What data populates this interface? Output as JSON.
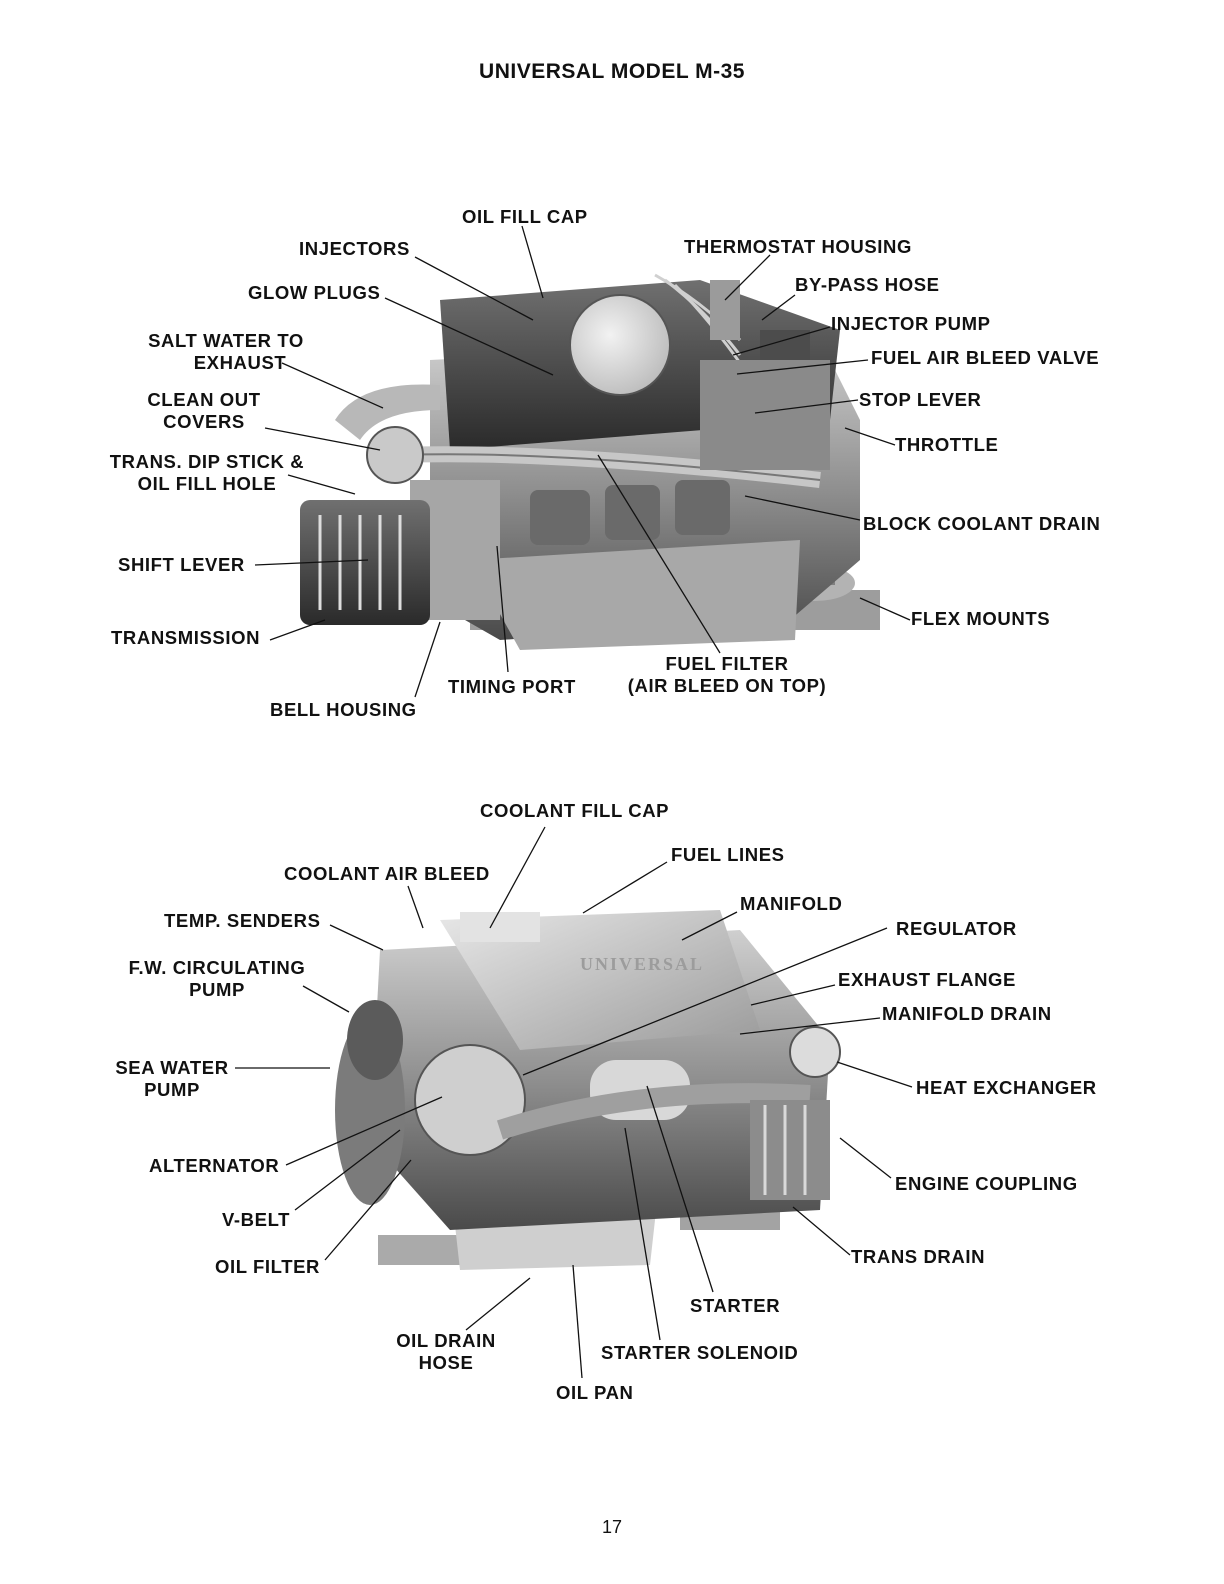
{
  "page": {
    "title": "UNIVERSAL MODEL M-35",
    "page_number": "17"
  },
  "figure_top": {
    "labels": {
      "oil_fill_cap": "OIL FILL CAP",
      "injectors": "INJECTORS",
      "thermostat_housing": "THERMOSTAT HOUSING",
      "bypass_hose": "BY-PASS HOSE",
      "glow_plugs": "GLOW PLUGS",
      "injector_pump": "INJECTOR PUMP",
      "salt_water_1": "SALT WATER TO",
      "salt_water_2": "EXHAUST",
      "fuel_air_bleed_valve": "FUEL AIR BLEED VALVE",
      "clean_out_1": "CLEAN OUT",
      "clean_out_2": "COVERS",
      "stop_lever": "STOP LEVER",
      "throttle": "THROTTLE",
      "trans_dip_1": "TRANS. DIP STICK &",
      "trans_dip_2": "OIL FILL HOLE",
      "block_coolant_drain": "BLOCK COOLANT DRAIN",
      "shift_lever": "SHIFT LEVER",
      "flex_mounts": "FLEX MOUNTS",
      "transmission": "TRANSMISSION",
      "fuel_filter_1": "FUEL FILTER",
      "fuel_filter_2": "(AIR BLEED ON TOP)",
      "timing_port": "TIMING PORT",
      "bell_housing": "BELL HOUSING"
    }
  },
  "figure_bottom": {
    "labels": {
      "coolant_fill_cap": "COOLANT FILL CAP",
      "fuel_lines": "FUEL LINES",
      "coolant_air_bleed": "COOLANT AIR BLEED",
      "manifold": "MANIFOLD",
      "temp_senders": "TEMP. SENDERS",
      "regulator": "REGULATOR",
      "fw_pump_1": "F.W. CIRCULATING",
      "fw_pump_2": "PUMP",
      "exhaust_flange": "EXHAUST FLANGE",
      "manifold_drain": "MANIFOLD DRAIN",
      "sea_water_1": "SEA WATER",
      "sea_water_2": "PUMP",
      "heat_exchanger": "HEAT EXCHANGER",
      "alternator": "ALTERNATOR",
      "engine_coupling": "ENGINE COUPLING",
      "v_belt": "V-BELT",
      "trans_drain": "TRANS DRAIN",
      "oil_filter": "OIL FILTER",
      "starter": "STARTER",
      "oil_drain_1": "OIL DRAIN",
      "oil_drain_2": "HOSE",
      "starter_solenoid": "STARTER SOLENOID",
      "oil_pan": "OIL PAN",
      "engine_nameplate": "UNIVERSAL"
    }
  }
}
